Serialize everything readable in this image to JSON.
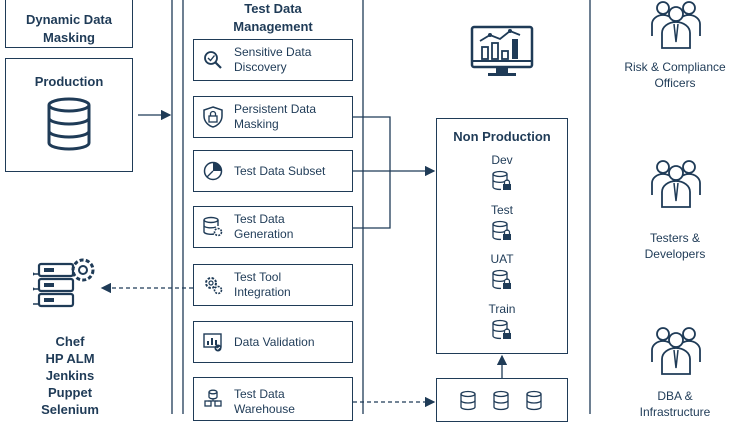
{
  "dynamic_masking": {
    "line1": "Dynamic Data",
    "line2": "Masking"
  },
  "production": {
    "title": "Production"
  },
  "tdm": {
    "title_line1": "Test Data",
    "title_line2": "Management"
  },
  "modules": [
    {
      "line1": "Sensitive Data",
      "line2": "Discovery",
      "icon": "search-check-icon"
    },
    {
      "line1": "Persistent Data",
      "line2": "Masking",
      "icon": "lock-shield-icon"
    },
    {
      "line1": "Test Data Subset",
      "line2": "",
      "icon": "pie-chart-icon"
    },
    {
      "line1": "Test Data",
      "line2": "Generation",
      "icon": "database-gear-icon"
    },
    {
      "line1": "Test Tool",
      "line2": "Integration",
      "icon": "gears-icon"
    },
    {
      "line1": "Data Validation",
      "line2": "",
      "icon": "chart-check-icon"
    },
    {
      "line1": "Test Data",
      "line2": "Warehouse",
      "icon": "warehouse-icon"
    }
  ],
  "non_production": {
    "title": "Non Production",
    "envs": [
      "Dev",
      "Test",
      "UAT",
      "Train"
    ]
  },
  "tools": [
    "Chef",
    "HP ALM",
    "Jenkins",
    "Puppet",
    "Selenium"
  ],
  "personas": [
    {
      "line1": "Risk & Compliance",
      "line2": "Officers"
    },
    {
      "line1": "Testers &",
      "line2": "Developers"
    },
    {
      "line1": "DBA &",
      "line2": "Infrastructure"
    }
  ],
  "colors": {
    "primary": "#1f3b57"
  }
}
